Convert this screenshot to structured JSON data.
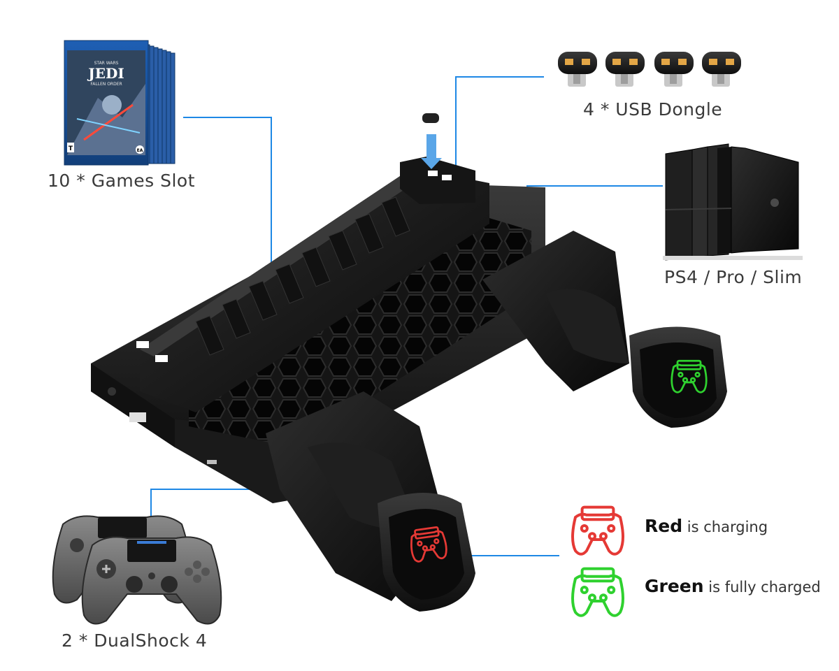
{
  "labels": {
    "games_slot": "10 * Games Slot",
    "usb_dongle": "4 * USB Dongle",
    "console_models": "PS4 / Pro / Slim",
    "controllers": "2 * DualShock 4"
  },
  "legend": {
    "red_word": "Red",
    "red_text": "is charging",
    "green_word": "Green",
    "green_text": "is fully charged"
  },
  "game_box": {
    "brand": "STAR WARS",
    "title": "JEDI",
    "subtitle": "FALLEN ORDER",
    "rating": "T",
    "publisher": "EA"
  },
  "colors": {
    "callout": "#1e88e5",
    "charging": "#e53935",
    "charged": "#2fd12f",
    "product": "#1b1b1b"
  },
  "icons": [
    "gamepad-red-icon",
    "gamepad-green-icon",
    "usb-dongle-icon"
  ]
}
